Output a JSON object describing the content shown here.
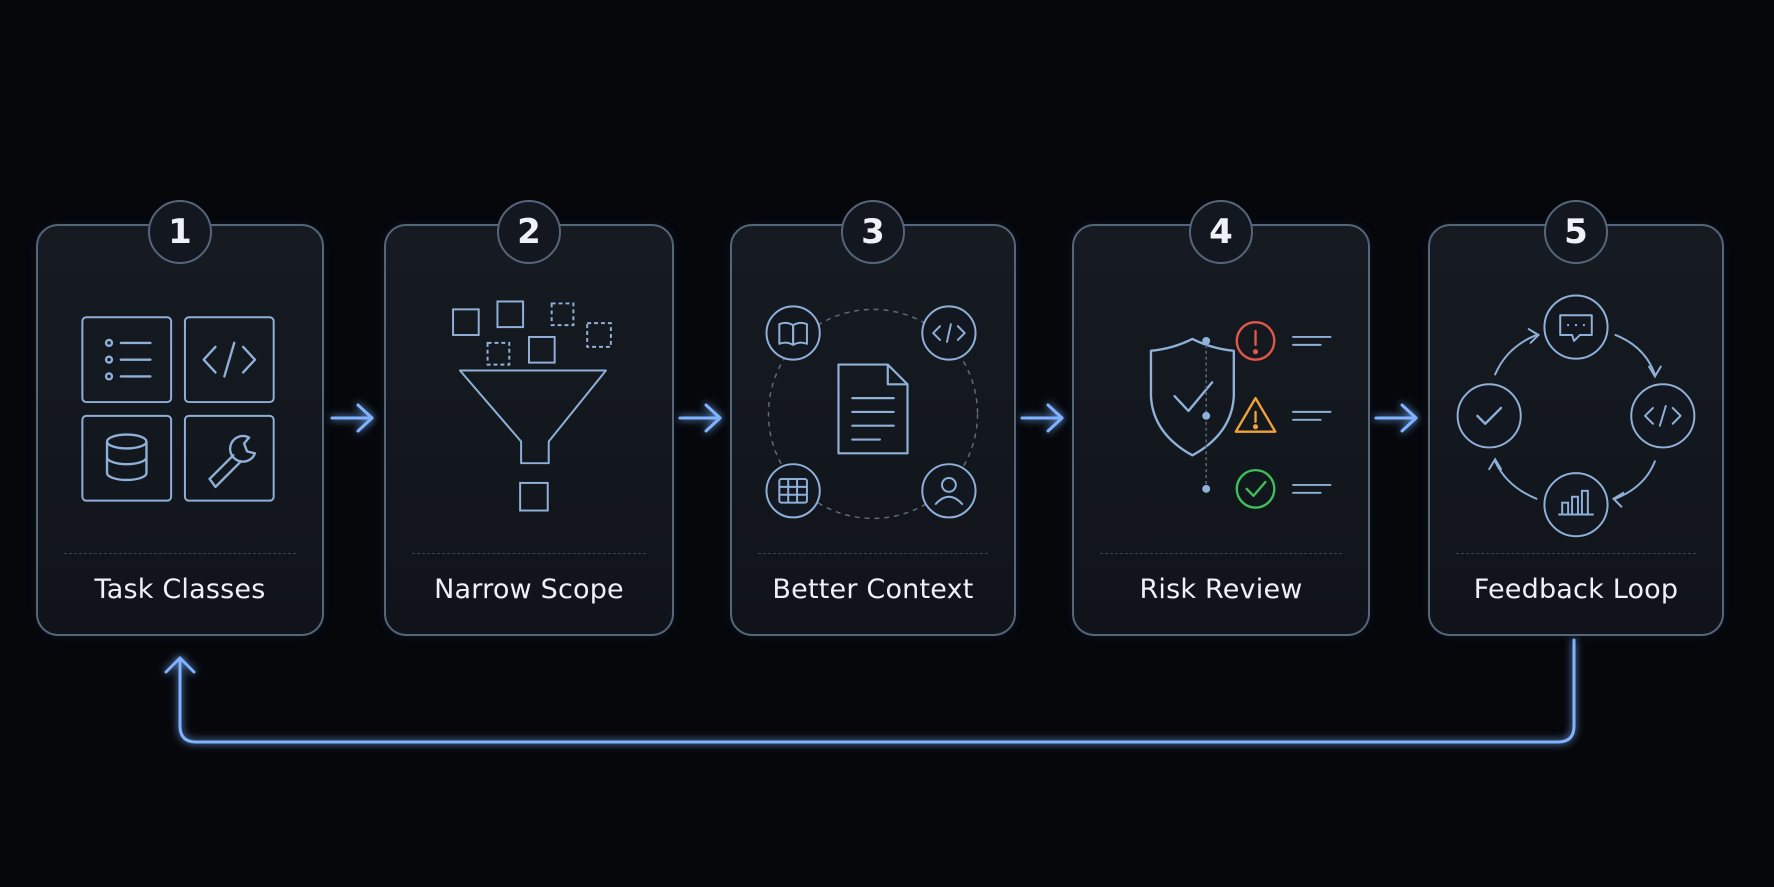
{
  "steps": [
    {
      "number": "1",
      "label": "Task Classes"
    },
    {
      "number": "2",
      "label": "Narrow Scope"
    },
    {
      "number": "3",
      "label": "Better Context"
    },
    {
      "number": "4",
      "label": "Risk Review"
    },
    {
      "number": "5",
      "label": "Feedback Loop"
    }
  ],
  "icons": {
    "step1": [
      "list-icon",
      "code-icon",
      "database-icon",
      "wrench-icon"
    ],
    "step2": [
      "funnel-icon"
    ],
    "step3": [
      "document-icon",
      "book-icon",
      "code-icon",
      "table-icon",
      "user-icon"
    ],
    "step4": [
      "shield-check-icon",
      "error-icon",
      "warning-icon",
      "success-icon"
    ],
    "step5": [
      "chat-icon",
      "code-icon",
      "bar-chart-icon",
      "check-icon"
    ]
  },
  "colors": {
    "background": "#05070b",
    "card_border": "#56667a",
    "icon_stroke": "#8fb0d8",
    "arrow_glow": "#6aa6ff",
    "error": "#e2574c",
    "warning": "#f0a23a",
    "success": "#3fbf5a"
  },
  "flow": {
    "loop_from": "5",
    "loop_to": "1"
  }
}
